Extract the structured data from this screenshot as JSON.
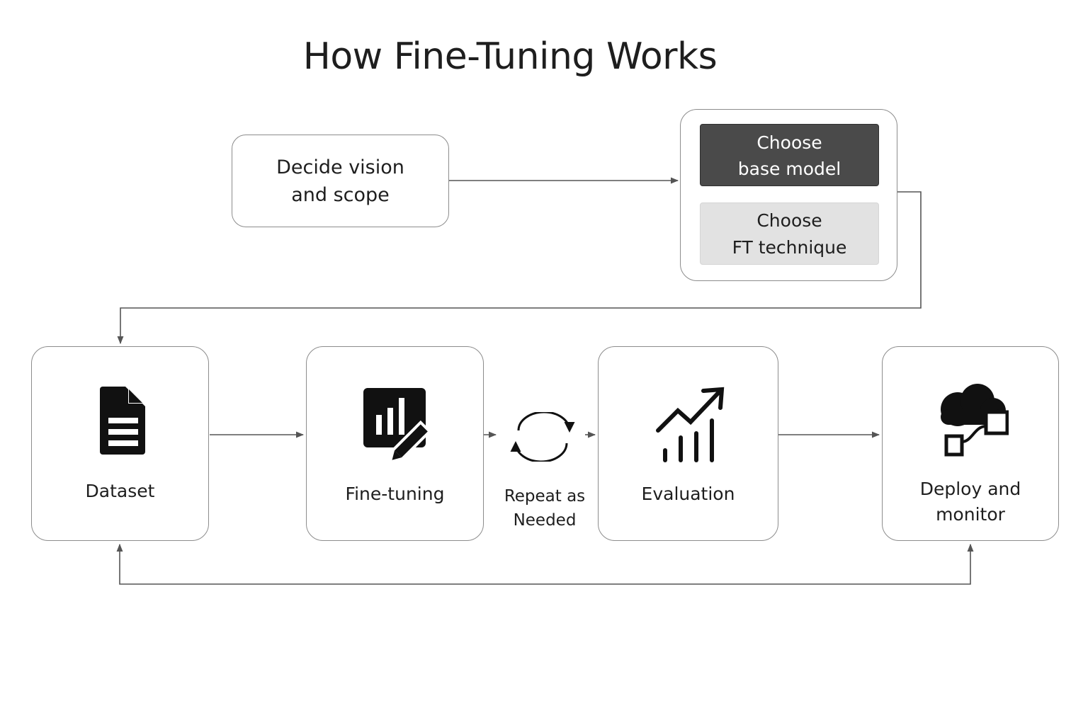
{
  "title": "How Fine-Tuning Works",
  "steps": {
    "decide": {
      "label": "Decide vision\nand scope"
    },
    "choose_base": {
      "label": "Choose\nbase model"
    },
    "choose_ft": {
      "label": "Choose\nFT technique"
    },
    "dataset": {
      "label": "Dataset",
      "icon": "document-icon"
    },
    "finetuning": {
      "label": "Fine-tuning",
      "icon": "chart-edit-icon"
    },
    "evaluation": {
      "label": "Evaluation",
      "icon": "trend-up-icon"
    },
    "deploy": {
      "label": "Deploy and\nmonitor",
      "icon": "cloud-deploy-icon"
    }
  },
  "loop": {
    "label": "Repeat as\nNeeded",
    "icon": "cycle-icon"
  },
  "colors": {
    "dark_button": "#4a4a4a",
    "light_button": "#e2e2e2",
    "border": "#8c8c8c",
    "arrow": "#555555"
  }
}
